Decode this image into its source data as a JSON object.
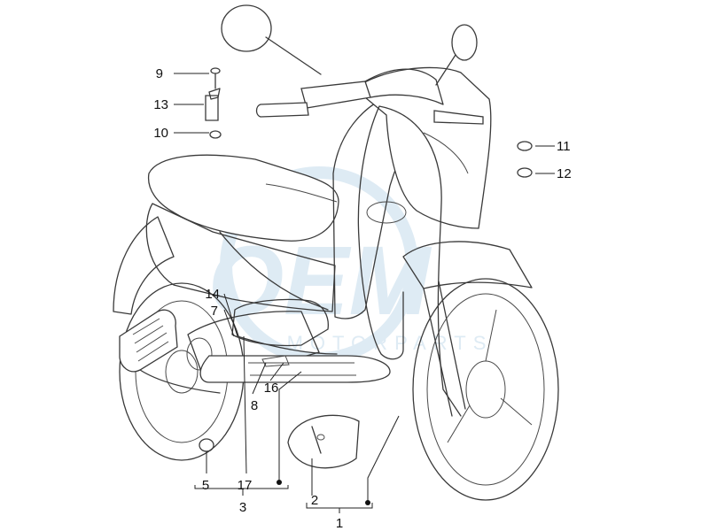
{
  "watermark": {
    "text": "OEM",
    "subtext": "MOTORPARTS",
    "color": "#dbe9f3"
  },
  "callouts": {
    "c1": "1",
    "c2": "2",
    "c3": "3",
    "c5": "5",
    "c7": "7",
    "c8": "8",
    "c9": "9",
    "c10": "10",
    "c11": "11",
    "c12": "12",
    "c13": "13",
    "c14": "14",
    "c16": "16",
    "c17": "17"
  },
  "colors": {
    "line": "#3a3a3a",
    "label": "#111111",
    "background": "#ffffff"
  }
}
